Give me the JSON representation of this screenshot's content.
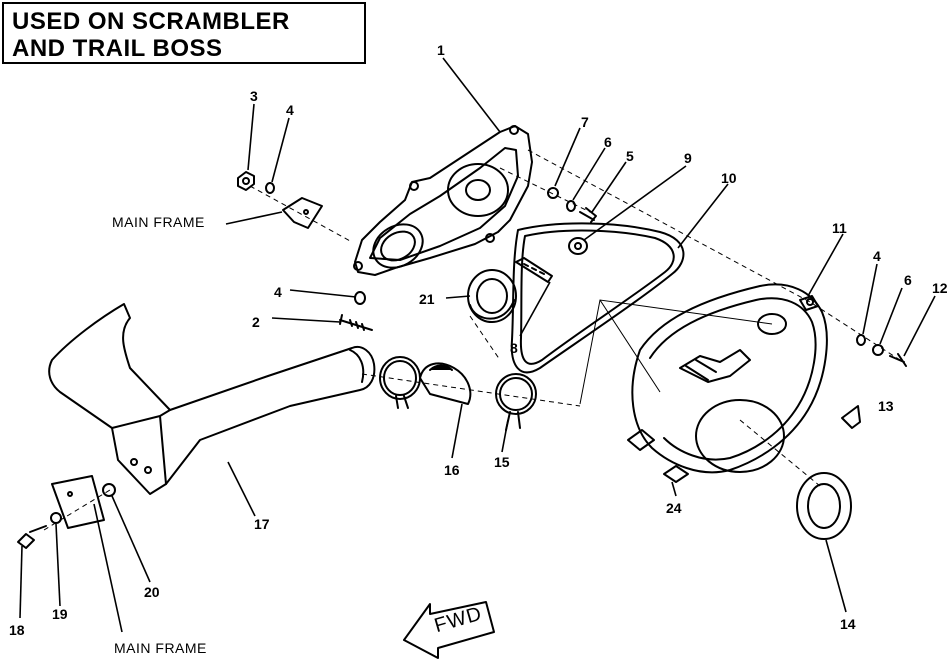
{
  "title": {
    "line1": "USED ON SCRAMBLER",
    "line2": "AND TRAIL BOSS"
  },
  "frame_labels": {
    "upper": "MAIN FRAME",
    "lower": "MAIN FRAME"
  },
  "direction_arrow": "FWD",
  "callouts": {
    "c1": "1",
    "c2": "2",
    "c3": "3",
    "c4a": "4",
    "c4b": "4",
    "c4c": "4",
    "c5": "5",
    "c6a": "6",
    "c6b": "6",
    "c7": "7",
    "c8": "8",
    "c9": "9",
    "c10": "10",
    "c11": "11",
    "c12": "12",
    "c13": "13",
    "c14": "14",
    "c15": "15",
    "c16": "16",
    "c17": "17",
    "c18": "18",
    "c19": "19",
    "c20": "20",
    "c21": "21",
    "c24": "24"
  }
}
